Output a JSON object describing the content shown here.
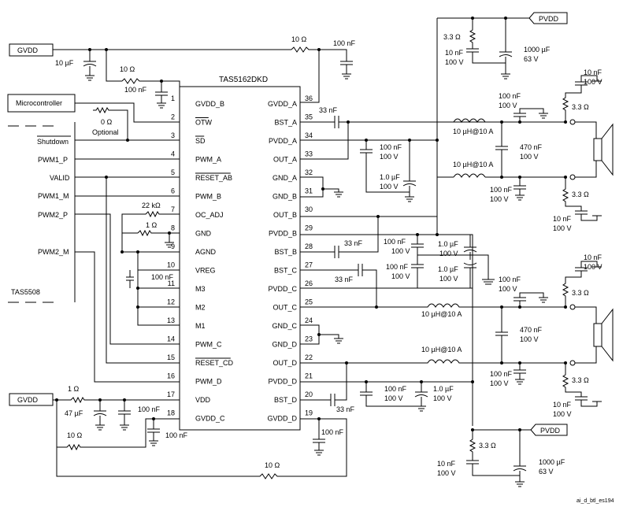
{
  "chip": {
    "name": "TAS5162DKD",
    "left_pins": [
      {
        "num": "1",
        "name": "GVDD_B"
      },
      {
        "num": "2",
        "name": "OTW"
      },
      {
        "num": "3",
        "name": "SD"
      },
      {
        "num": "4",
        "name": "PWM_A"
      },
      {
        "num": "5",
        "name": "RESET_AB"
      },
      {
        "num": "6",
        "name": "PWM_B"
      },
      {
        "num": "7",
        "name": "OC_ADJ"
      },
      {
        "num": "8",
        "name": "GND"
      },
      {
        "num": "9",
        "name": "AGND"
      },
      {
        "num": "10",
        "name": "VREG"
      },
      {
        "num": "11",
        "name": "M3"
      },
      {
        "num": "12",
        "name": "M2"
      },
      {
        "num": "13",
        "name": "M1"
      },
      {
        "num": "14",
        "name": "PWM_C"
      },
      {
        "num": "15",
        "name": "RESET_CD"
      },
      {
        "num": "16",
        "name": "PWM_D"
      },
      {
        "num": "17",
        "name": "VDD"
      },
      {
        "num": "18",
        "name": "GVDD_C"
      }
    ],
    "right_pins": [
      {
        "num": "36",
        "name": "GVDD_A"
      },
      {
        "num": "35",
        "name": "BST_A"
      },
      {
        "num": "34",
        "name": "PVDD_A"
      },
      {
        "num": "33",
        "name": "OUT_A"
      },
      {
        "num": "32",
        "name": "GND_A"
      },
      {
        "num": "31",
        "name": "GND_B"
      },
      {
        "num": "30",
        "name": "OUT_B"
      },
      {
        "num": "29",
        "name": "PVDD_B"
      },
      {
        "num": "28",
        "name": "BST_B"
      },
      {
        "num": "27",
        "name": "BST_C"
      },
      {
        "num": "26",
        "name": "PVDD_C"
      },
      {
        "num": "25",
        "name": "OUT_C"
      },
      {
        "num": "24",
        "name": "GND_C"
      },
      {
        "num": "23",
        "name": "GND_D"
      },
      {
        "num": "22",
        "name": "OUT_D"
      },
      {
        "num": "21",
        "name": "PVDD_D"
      },
      {
        "num": "20",
        "name": "BST_D"
      },
      {
        "num": "19",
        "name": "GVDD_D"
      }
    ]
  },
  "boxes": {
    "gvdd_top": "GVDD",
    "gvdd_bottom": "GVDD",
    "pvdd_top": "PVDD",
    "pvdd_bottom": "PVDD",
    "microcontroller": "Microcontroller"
  },
  "signals": {
    "shutdown": "Shutdown",
    "pwm1_p": "PWM1_P",
    "valid": "VALID",
    "pwm1_m": "PWM1_M",
    "pwm2_p": "PWM2_P",
    "pwm2_m": "PWM2_M",
    "tas5508": "TAS5508"
  },
  "labels": {
    "c10uf": "10 µF",
    "r10_top": "10 Ω",
    "r10_gvddb": "10 Ω",
    "c100n_gvddb": "100 nF",
    "c100n_gvdda": "100 nF",
    "r0": "0 Ω",
    "optional": "Optional",
    "r22k": "22 kΩ",
    "r1_gnd": "1 Ω",
    "c100n_vreg": "100 nF",
    "r1_vdd": "1 Ω",
    "c47u": "47 µF",
    "c100n_vdd": "100 nF",
    "r10_gvddc": "10 Ω",
    "c100n_gvddc": "100 nF",
    "r10_bottom": "10 Ω",
    "c100n_gvddd": "100 nF",
    "c33n_a": "33 nF",
    "c33n_b": "33 nF",
    "c33n_c": "33 nF",
    "c33n_d": "33 nF",
    "r33_top": "3.3 Ω",
    "c10n_top_a": "10 nF",
    "c10n_top_b": "100 V",
    "c1000u_top_a": "1000 µF",
    "c1000u_top_b": "63 V",
    "l_a": "10 µH@10 A",
    "l_b": "10 µH@10 A",
    "l_c": "10 µH@10 A",
    "l_d": "10 µH@10 A",
    "c100n_pvdda_a": "100 nF",
    "c100n_pvdda_b": "100 V",
    "c1u_a_a": "1.0 µF",
    "c1u_a_b": "100 V",
    "c470n_ab_a": "470 nF",
    "c470n_ab_b": "100 V",
    "c470n_cd_a": "470 nF",
    "c470n_cd_b": "100 V",
    "c100n_outa_a": "100 nF",
    "c100n_outa_b": "100 V",
    "c100n_outb_a": "100 nF",
    "c100n_outb_b": "100 V",
    "c100n_outc_a": "100 nF",
    "c100n_outc_b": "100 V",
    "c100n_outd_a": "100 nF",
    "c100n_outd_b": "100 V",
    "snub_a_c_a": "10 nF",
    "snub_a_c_b": "100 V",
    "snub_a_r": "3.3 Ω",
    "snub_b_c_a": "10 nF",
    "snub_b_c_b": "100 V",
    "snub_b_r": "3.3 Ω",
    "snub_c_c_a": "10 nF",
    "snub_c_c_b": "100 V",
    "snub_c_r": "3.3 Ω",
    "snub_d_c_a": "10 nF",
    "snub_d_c_b": "100 V",
    "snub_d_r": "3.3 Ω",
    "c100n_pvddb_a": "100 nF",
    "c100n_pvddb_b": "100 V",
    "c1u_b_a": "1.0 µF",
    "c1u_b_b": "100 V",
    "c100n_pvddc_a": "100 nF",
    "c100n_pvddc_b": "100 V",
    "c1u_c_a": "1.0 µF",
    "c1u_c_b": "100 V",
    "c100n_pvddd_a": "100 nF",
    "c100n_pvddd_b": "100 V",
    "c1u_d_a": "1.0 µF",
    "c1u_d_b": "100 V",
    "r33_bot": "3.3 Ω",
    "c10n_bot_a": "10 nF",
    "c10n_bot_b": "100 V",
    "c1000u_bot_a": "1000 µF",
    "c1000u_bot_b": "63 V",
    "watermark": "ai_d_btl_es194"
  }
}
